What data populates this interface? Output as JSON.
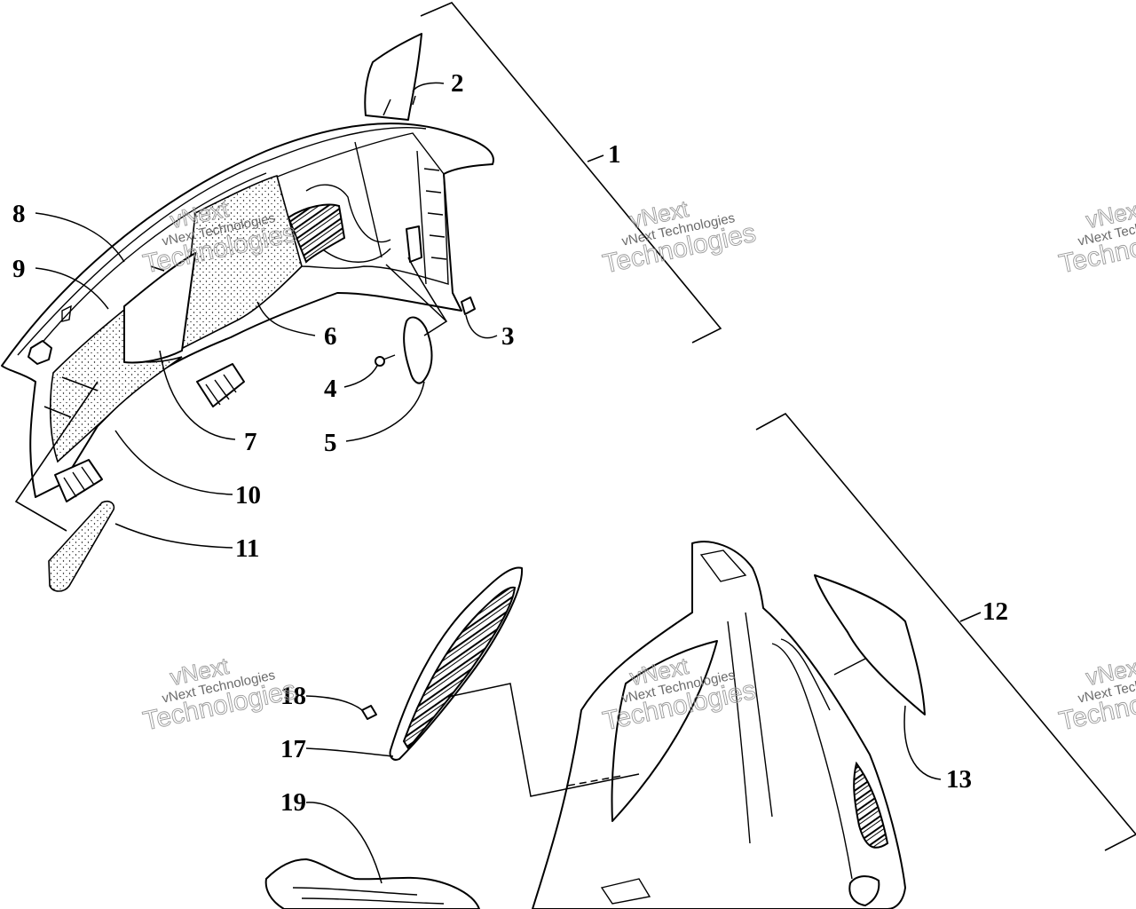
{
  "diagram": {
    "callouts": [
      {
        "id": "1",
        "label": "1"
      },
      {
        "id": "2",
        "label": "2"
      },
      {
        "id": "3",
        "label": "3"
      },
      {
        "id": "4",
        "label": "4"
      },
      {
        "id": "5",
        "label": "5"
      },
      {
        "id": "6",
        "label": "6"
      },
      {
        "id": "7",
        "label": "7"
      },
      {
        "id": "8",
        "label": "8"
      },
      {
        "id": "9",
        "label": "9"
      },
      {
        "id": "10",
        "label": "10"
      },
      {
        "id": "11",
        "label": "11"
      },
      {
        "id": "12",
        "label": "12"
      },
      {
        "id": "13",
        "label": "13"
      },
      {
        "id": "17",
        "label": "17"
      },
      {
        "id": "18",
        "label": "18"
      },
      {
        "id": "19",
        "label": "19"
      }
    ]
  },
  "watermark": {
    "brand_line1": "vNext",
    "brand_line2": "Technologies",
    "caption": "vNext Technologies"
  }
}
